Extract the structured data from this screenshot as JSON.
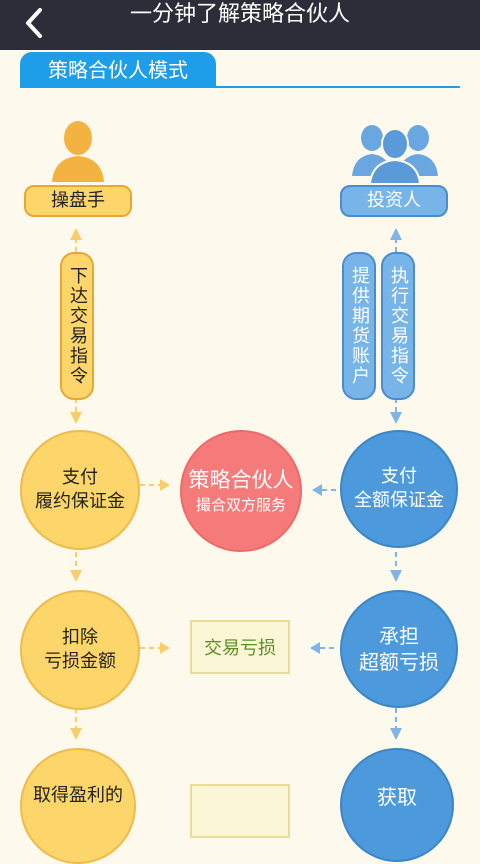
{
  "header": {
    "title": "一分钟了解策略合伙人"
  },
  "section": {
    "tab_label": "策略合伙人模式"
  },
  "left": {
    "role_label": "操盘手",
    "instruction": "下达交易指令",
    "circle1": {
      "line1": "支付",
      "line2": "履约保证金"
    },
    "circle2": {
      "line1": "扣除",
      "line2": "亏损金额"
    },
    "circle3": {
      "line1": "取得盈利的"
    }
  },
  "right": {
    "role_label": "投资人",
    "pill_account": "提供期货账户",
    "pill_execute": "执行交易指令",
    "circle1": {
      "line1": "支付",
      "line2": "全额保证金"
    },
    "circle2": {
      "line1": "承担",
      "line2": "超额亏损"
    },
    "circle3": {
      "line1": "获取"
    }
  },
  "center": {
    "partner": {
      "line1": "策略合伙人",
      "line2": "撮合双方服务"
    },
    "loss_box": "交易亏损"
  },
  "colors": {
    "yellow": "#fcd66a",
    "blue": "#4c99dc",
    "red": "#f57b7b",
    "accent": "#1e9de8",
    "header_bg": "#2b2e38"
  },
  "icons": [
    "back-icon",
    "person-icon",
    "group-icon"
  ]
}
